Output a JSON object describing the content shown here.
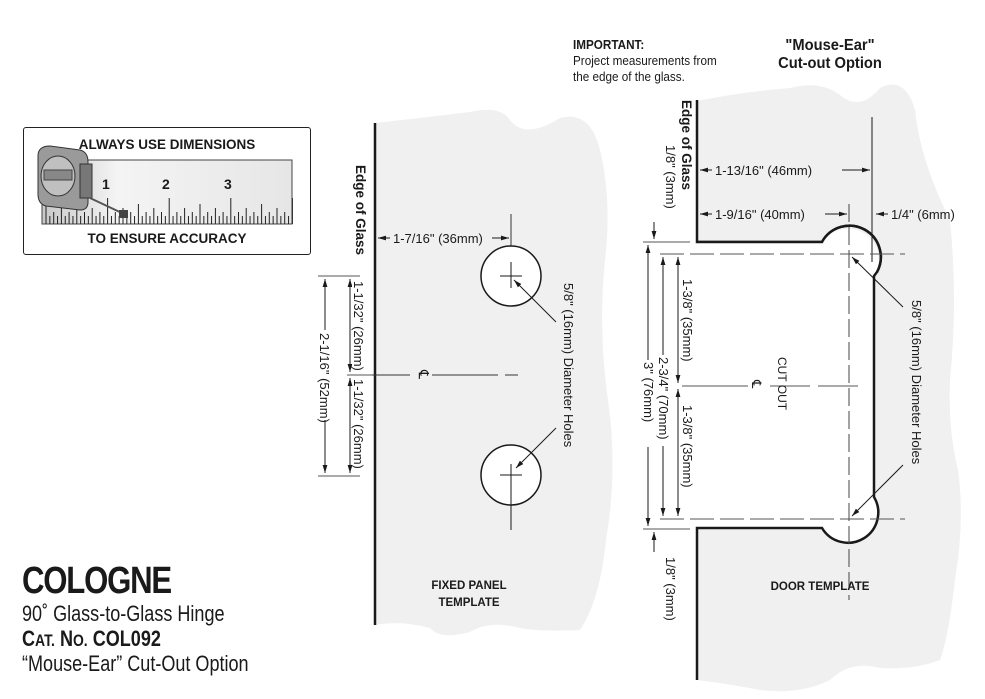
{
  "tape_badge": {
    "top_text": "ALWAYS USE DIMENSIONS",
    "bottom_text": "TO ENSURE ACCURACY",
    "ruler_numbers": [
      "1",
      "2",
      "3"
    ],
    "icon": "tape-measure-icon"
  },
  "product": {
    "name": "COLOGNE",
    "subtitle": "90˚ Glass-to-Glass Hinge",
    "cat_prefix_c": "C",
    "cat_prefix_at": "AT.",
    "cat_prefix_n": "N",
    "cat_prefix_o": "O.",
    "cat_number": "COL092",
    "option": "“Mouse-Ear” Cut-Out Option"
  },
  "important": {
    "heading": "IMPORTANT:",
    "line1": "Project measurements from",
    "line2": "the edge of the glass."
  },
  "mouse_ear_title": {
    "line1": "\"Mouse-Ear\"",
    "line2": "Cut-out Option"
  },
  "fixed_panel": {
    "edge_label": "Edge of Glass",
    "horizontal_dim": "1-7/16\" (36mm)",
    "upper_dim": "1-1/32\" (26mm)",
    "lower_dim": "1-1/32\" (26mm)",
    "total_dim": "2-1/16\" (52mm)",
    "centerline_symbol": "℄",
    "hole_label": "5/8\" (16mm) Diameter Holes",
    "template_label_1": "FIXED PANEL",
    "template_label_2": "TEMPLATE"
  },
  "door_panel": {
    "edge_label": "Edge of Glass",
    "top_gap_dim": "1/8\" (3mm)",
    "bottom_gap_dim": "1/8\" (3mm)",
    "outer_dim": "1-13/16\" (46mm)",
    "center_dim": "1-9/16\" (40mm)",
    "ear_dim": "1/4\" (6mm)",
    "upper_dim": "1-3/8\" (35mm)",
    "lower_dim": "1-3/8\" (35mm)",
    "mid_total_dim": "2-3/4\" (70mm)",
    "total_dim": "3\" (76mm)",
    "cutout_label": "CUT OUT",
    "centerline_symbol": "℄",
    "hole_label": "5/8\" (16mm) Diameter Holes",
    "template_label": "DOOR TEMPLATE"
  },
  "colors": {
    "glass_fill": "#f0f0f0",
    "line": "#1a1a1a",
    "centerline": "#555555"
  }
}
